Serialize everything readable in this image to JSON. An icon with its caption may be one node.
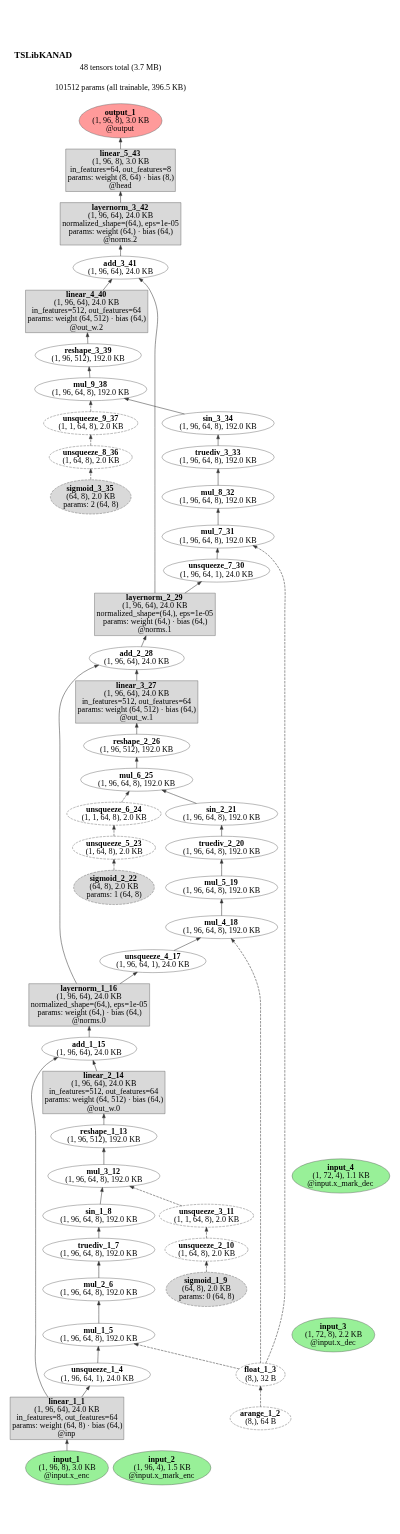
{
  "diagram": {
    "title": "TSLibKANAD",
    "nodes": [
      {
        "text": [
          "output_1",
          "(1, 96, 8), 3.0 KB",
          "@output"
        ]
      },
      {
        "text": [
          "linear_5_43",
          "(1, 96, 8), 3.0 KB",
          "in_features=64, out_features=8",
          "params: weight (8, 64) · bias (8,)",
          "@head"
        ]
      },
      {
        "text": [
          "layernorm_3_42",
          "(1, 96, 64), 24.0 KB",
          "normalized_shape=(64,), eps=1e-05",
          "params: weight (64,) · bias (64,)",
          "@norms.2"
        ]
      },
      {
        "text": [
          "add_3_41",
          "(1, 96, 64), 24.0 KB"
        ]
      },
      {
        "text": [
          "linear_4_40",
          "(1, 96, 64), 24.0 KB",
          "in_features=512, out_features=64",
          "params: weight (64, 512) · bias (64,)",
          "@out_w.2"
        ]
      },
      {
        "text": [
          "reshape_3_39",
          "(1, 96, 512), 192.0 KB"
        ]
      },
      {
        "text": [
          "mul_9_38",
          "(1, 96, 64, 8), 192.0 KB"
        ]
      },
      {
        "text": [
          "unsqueeze_9_37",
          "(1, 1, 64, 8), 2.0 KB"
        ]
      },
      {
        "text": [
          "sin_3_34",
          "(1, 96, 64, 8), 192.0 KB"
        ]
      },
      {
        "text": [
          "unsqueeze_8_36",
          "(1, 64, 8), 2.0 KB"
        ]
      },
      {
        "text": [
          "truediv_3_33",
          "(1, 96, 64, 8), 192.0 KB"
        ]
      },
      {
        "text": [
          "sigmoid_3_35",
          "(64, 8), 2.0 KB",
          "params: 2 (64, 8)"
        ]
      },
      {
        "text": [
          "mul_8_32",
          "(1, 96, 64, 8), 192.0 KB"
        ]
      },
      {
        "text": [
          "mul_7_31",
          "(1, 96, 64, 8), 192.0 KB"
        ]
      },
      {
        "text": [
          "unsqueeze_7_30",
          "(1, 96, 64, 1), 24.0 KB"
        ]
      },
      {
        "text": [
          "layernorm_2_29",
          "(1, 96, 64), 24.0 KB",
          "normalized_shape=(64,), eps=1e-05",
          "params: weight (64,) · bias (64,)",
          "@norms.1"
        ]
      },
      {
        "text": [
          "add_2_28",
          "(1, 96, 64), 24.0 KB"
        ]
      },
      {
        "text": [
          "linear_3_27",
          "(1, 96, 64), 24.0 KB",
          "in_features=512, out_features=64",
          "params: weight (64, 512) · bias (64,)",
          "@out_w.1"
        ]
      },
      {
        "text": [
          "reshape_2_26",
          "(1, 96, 512), 192.0 KB"
        ]
      },
      {
        "text": [
          "mul_6_25",
          "(1, 96, 64, 8), 192.0 KB"
        ]
      },
      {
        "text": [
          "sin_2_21",
          "(1, 96, 64, 8), 192.0 KB"
        ]
      },
      {
        "text": [
          "unsqueeze_6_24",
          "(1, 1, 64, 8), 2.0 KB"
        ]
      },
      {
        "text": [
          "truediv_2_20",
          "(1, 96, 64, 8), 192.0 KB"
        ]
      },
      {
        "text": [
          "unsqueeze_5_23",
          "(1, 64, 8), 2.0 KB"
        ]
      },
      {
        "text": [
          "mul_5_19",
          "(1, 96, 64, 8), 192.0 KB"
        ]
      },
      {
        "text": [
          "sigmoid_2_22",
          "(64, 8), 2.0 KB",
          "params: 1 (64, 8)"
        ]
      },
      {
        "text": [
          "mul_4_18",
          "(1, 96, 64, 8), 192.0 KB"
        ]
      },
      {
        "text": [
          "unsqueeze_4_17",
          "(1, 96, 64, 1), 24.0 KB"
        ]
      },
      {
        "text": [
          "layernorm_1_16",
          "(1, 96, 64), 24.0 KB",
          "normalized_shape=(64,), eps=1e-05",
          "params: weight (64,) · bias (64,)",
          "@norms.0"
        ]
      },
      {
        "text": [
          "add_1_15",
          "(1, 96, 64), 24.0 KB"
        ]
      },
      {
        "text": [
          "linear_2_14",
          "(1, 96, 64), 24.0 KB",
          "in_features=512, out_features=64",
          "params: weight (64, 512) · bias (64,)",
          "@out_w.0"
        ]
      },
      {
        "text": [
          "input_4",
          "(1, 72, 4), 1.1 KB",
          "@input.x_mark_dec"
        ]
      },
      {
        "text": [
          "reshape_1_13",
          "(1, 96, 512), 192.0 KB"
        ]
      },
      {
        "text": [
          "mul_3_12",
          "(1, 96, 64, 8), 192.0 KB"
        ]
      },
      {
        "text": [
          "unsqueeze_3_11",
          "(1, 1, 64, 8), 2.0 KB"
        ]
      },
      {
        "text": [
          "sin_1_8",
          "(1, 96, 64, 8), 192.0 KB"
        ]
      },
      {
        "text": [
          "unsqueeze_2_10",
          "(1, 64, 8), 2.0 KB"
        ]
      },
      {
        "text": [
          "truediv_1_7",
          "(1, 96, 64, 8), 192.0 KB"
        ]
      },
      {
        "text": [
          "sigmoid_1_9",
          "(64, 8), 2.0 KB",
          "params: 0 (64, 8)"
        ]
      },
      {
        "text": [
          "mul_2_6",
          "(1, 96, 64, 8), 192.0 KB"
        ]
      },
      {
        "text": [
          "input_3",
          "(1, 72, 8), 2.2 KB",
          "@input.x_dec"
        ]
      },
      {
        "text": [
          "mul_1_5",
          "(1, 96, 64, 8), 192.0 KB"
        ]
      },
      {
        "text": [
          "unsqueeze_1_4",
          "(1, 96, 64, 1), 24.0 KB"
        ]
      },
      {
        "text": [
          "float_1_3",
          "(8,), 32 B"
        ]
      },
      {
        "text": [
          "linear_1_1",
          "(1, 96, 64), 24.0 KB",
          "in_features=8, out_features=64",
          "params: weight (64, 8) · bias (64,)",
          "@inp"
        ]
      },
      {
        "text": [
          "arange_1_2",
          "(8,), 64 B"
        ]
      },
      {
        "text": [
          "input_1",
          "(1, 96, 8), 3.0 KB",
          "@input.x_enc"
        ]
      },
      {
        "text": [
          "input_2",
          "(1, 96, 4), 1.5 KB",
          "@input.x_mark_enc"
        ]
      }
    ],
    "edges": [
      {
        "from": 46,
        "to": 44,
        "arrow": "to"
      },
      {
        "from": 45,
        "to": 43,
        "arrow": "to",
        "style": "dashed"
      },
      {
        "from": 44,
        "to": 42,
        "arrow": "to"
      },
      {
        "from": 44,
        "to": 29,
        "arrow": "to"
      },
      {
        "from": 42,
        "to": 41,
        "arrow": "to"
      },
      {
        "from": 43,
        "to": 41,
        "arrow": "to",
        "style": "dashed"
      },
      {
        "from": 41,
        "to": 39,
        "arrow": "to"
      },
      {
        "from": 39,
        "to": 37,
        "arrow": "to"
      },
      {
        "from": 37,
        "to": 35,
        "arrow": "to"
      },
      {
        "from": 38,
        "to": 36,
        "arrow": "to",
        "style": "dashed"
      },
      {
        "from": 36,
        "to": 34,
        "arrow": "to",
        "style": "dashed"
      },
      {
        "from": 34,
        "to": 33,
        "arrow": "to",
        "style": "dashed"
      },
      {
        "from": 35,
        "to": 33,
        "arrow": "to"
      },
      {
        "from": 33,
        "to": 32,
        "arrow": "to"
      },
      {
        "from": 32,
        "to": 30,
        "arrow": "to"
      },
      {
        "from": 30,
        "to": 29,
        "arrow": "to"
      },
      {
        "from": 29,
        "to": 28,
        "arrow": "to"
      },
      {
        "from": 28,
        "to": 27,
        "arrow": "to"
      },
      {
        "from": 28,
        "to": 16,
        "arrow": "to"
      },
      {
        "from": 27,
        "to": 26,
        "arrow": "to"
      },
      {
        "from": 43,
        "to": 26,
        "arrow": "to",
        "style": "dashed"
      },
      {
        "from": 26,
        "to": 24,
        "arrow": "to"
      },
      {
        "from": 24,
        "to": 22,
        "arrow": "to"
      },
      {
        "from": 22,
        "to": 20,
        "arrow": "to"
      },
      {
        "from": 25,
        "to": 23,
        "arrow": "to",
        "style": "dashed"
      },
      {
        "from": 23,
        "to": 21,
        "arrow": "to",
        "style": "dashed"
      },
      {
        "from": 21,
        "to": 19,
        "arrow": "to",
        "style": "dashed"
      },
      {
        "from": 20,
        "to": 19,
        "arrow": "to"
      },
      {
        "from": 19,
        "to": 18,
        "arrow": "to"
      },
      {
        "from": 18,
        "to": 17,
        "arrow": "to"
      },
      {
        "from": 17,
        "to": 16,
        "arrow": "to"
      },
      {
        "from": 16,
        "to": 15,
        "arrow": "to"
      },
      {
        "from": 15,
        "to": 14,
        "arrow": "to"
      },
      {
        "from": 15,
        "to": 3,
        "arrow": "to"
      },
      {
        "from": 14,
        "to": 13,
        "arrow": "to"
      },
      {
        "from": 43,
        "to": 13,
        "arrow": "to",
        "style": "dashed"
      },
      {
        "from": 13,
        "to": 12,
        "arrow": "to"
      },
      {
        "from": 12,
        "to": 10,
        "arrow": "to"
      },
      {
        "from": 10,
        "to": 8,
        "arrow": "to"
      },
      {
        "from": 11,
        "to": 9,
        "arrow": "to",
        "style": "dashed"
      },
      {
        "from": 9,
        "to": 7,
        "arrow": "to",
        "style": "dashed"
      },
      {
        "from": 7,
        "to": 6,
        "arrow": "to",
        "style": "dashed"
      },
      {
        "from": 8,
        "to": 6,
        "arrow": "to"
      },
      {
        "from": 6,
        "to": 5,
        "arrow": "to"
      },
      {
        "from": 5,
        "to": 4,
        "arrow": "to"
      },
      {
        "from": 4,
        "to": 3,
        "arrow": "to"
      },
      {
        "from": 3,
        "to": 2,
        "arrow": "to"
      },
      {
        "from": 2,
        "to": 1,
        "arrow": "to"
      },
      {
        "from": 1,
        "to": 0,
        "arrow": "to"
      }
    ],
    "labels": [
      "48 tensors total (3.7 MB)",
      "101512 params (all trainable, 396.5 KB)"
    ]
  }
}
